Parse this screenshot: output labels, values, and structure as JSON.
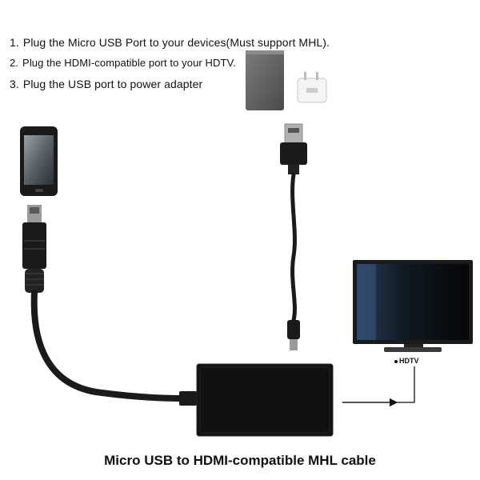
{
  "instructions": [
    {
      "num": "1.",
      "text": "Plug the Micro USB Port to your devices(Must support MHL)."
    },
    {
      "num": "2.",
      "text": "Plug the HDMI-compatible port to your HDTV."
    },
    {
      "num": "3.",
      "text": "Plug the USB port to power adapter"
    }
  ],
  "hdtv_label": "HDTV",
  "caption": "Micro USB to HDMI-compatible MHL cable",
  "icons": {
    "phone": "smartphone-icon",
    "power_bank": "power-bank-icon",
    "adapter": "usb-power-adapter-icon",
    "tv": "hdtv-icon",
    "adapter_box": "mhl-adapter-box-icon"
  },
  "colors": {
    "cable": "#1a1a1a",
    "tv_screen": "#1c2a3a",
    "power_bank": "#5a5c5a",
    "adapter": "#f2f2f2"
  }
}
